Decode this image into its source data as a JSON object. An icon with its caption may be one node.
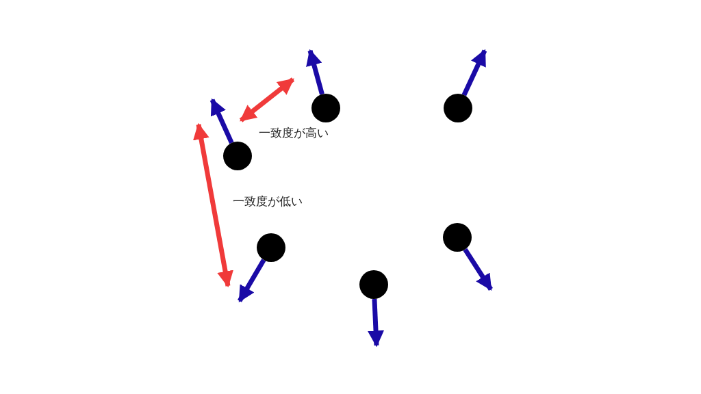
{
  "diagram": {
    "nodes": [
      {
        "text": [],
        "shape": "circle"
      },
      {
        "text": [],
        "shape": "circle"
      },
      {
        "text": [],
        "shape": "circle"
      },
      {
        "text": [],
        "shape": "circle"
      },
      {
        "text": [],
        "shape": "circle"
      },
      {
        "text": [],
        "shape": "circle"
      }
    ],
    "edges": [
      {
        "from": 0,
        "to": null,
        "arrow": "to"
      },
      {
        "from": 1,
        "to": null,
        "arrow": "to"
      },
      {
        "from": 2,
        "to": null,
        "arrow": "to"
      },
      {
        "from": 3,
        "to": null,
        "arrow": "to"
      },
      {
        "from": 4,
        "to": null,
        "arrow": "to"
      },
      {
        "from": 5,
        "to": null,
        "arrow": "to"
      },
      {
        "from": 2,
        "to": 0,
        "arrow": "both",
        "color": "#f03a3a"
      },
      {
        "from": 2,
        "to": 4,
        "arrow": "both",
        "color": "#f03a3a"
      }
    ],
    "labels": [
      "一致度が高い",
      "一致度が低い"
    ]
  }
}
